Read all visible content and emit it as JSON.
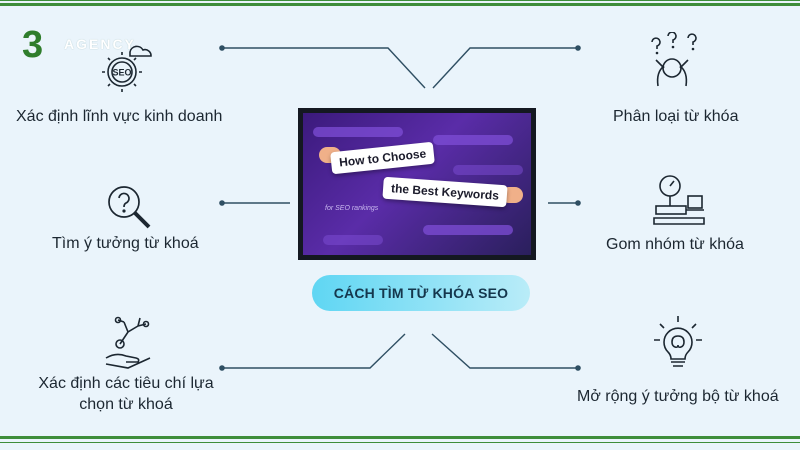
{
  "brand": {
    "logo_number": "3",
    "logo_word": "AGENCY"
  },
  "screen": {
    "card_top": "How to Choose",
    "card_bottom": "the Best Keywords",
    "caption": "for SEO rankings"
  },
  "cta": {
    "label": "CÁCH TÌM TỪ KHÓA SEO"
  },
  "items": {
    "left_top": "Xác định lĩnh vực kinh doanh",
    "left_mid": "Tìm ý tưởng từ khoá",
    "left_bottom_line1": "Xác định các tiêu chí lựa",
    "left_bottom_line2": "chọn từ khoá",
    "right_top": "Phân loại từ khóa",
    "right_mid": "Gom nhóm từ khóa",
    "right_bottom": "Mở rộng ý tưởng bộ từ khoá"
  },
  "icons": {
    "left_top": "seo-gear-cloud-icon",
    "left_mid": "question-magnifier-icon",
    "left_bottom": "hand-network-icon",
    "right_top": "confused-person-icon",
    "right_mid": "weighing-scale-icon",
    "right_bottom": "lightbulb-brain-icon",
    "seo_text": "SEO"
  },
  "colors": {
    "connector": "#2f4f63",
    "cta_start": "#5fd6f3",
    "stripe": "#3e8d3a"
  }
}
